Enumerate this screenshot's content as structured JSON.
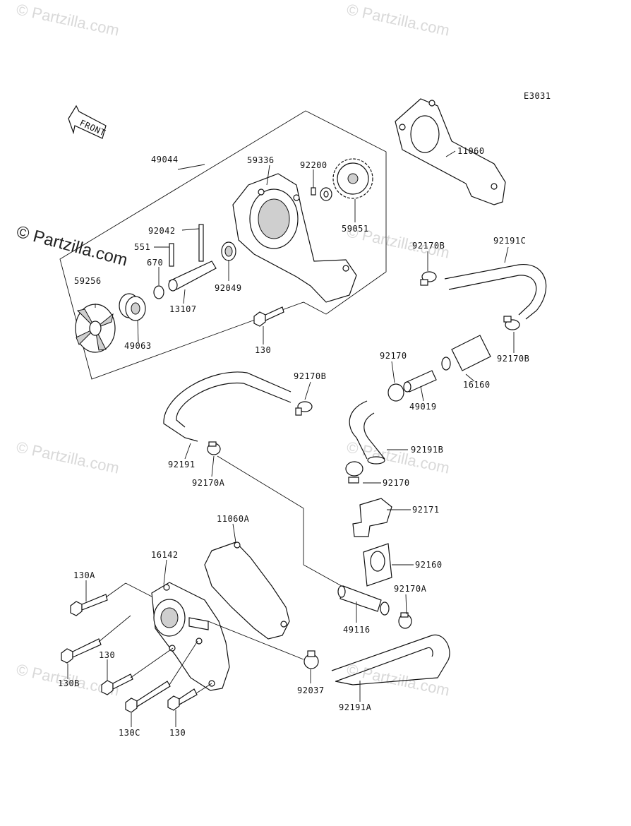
{
  "diagram_code": "E3031",
  "front_label": "FRONT",
  "watermarks": {
    "corner": "© Partzilla.com",
    "tile": "© Partzilla.com"
  },
  "parts": {
    "p49044": "49044",
    "p59336": "59336",
    "p92200": "92200",
    "p59051": "59051",
    "p92042": "92042",
    "p551": "551",
    "p670": "670",
    "p59256": "59256",
    "p92049": "92049",
    "p13107": "13107",
    "p49063": "49063",
    "p130_top": "130",
    "p11060": "11060",
    "p92170B_a": "92170B",
    "p92191C": "92191C",
    "p92170B_b": "92170B",
    "p92170": "92170",
    "p16160": "16160",
    "p49019": "49019",
    "p92170B_c": "92170B",
    "p92191": "92191",
    "p92170A_a": "92170A",
    "p92191B": "92191B",
    "p92170_b": "92170",
    "p92171": "92171",
    "p11060A": "11060A",
    "p16142": "16142",
    "p130A": "130A",
    "p92160": "92160",
    "p92170A_b": "92170A",
    "p49116": "49116",
    "p130_mid": "130",
    "p130B": "130B",
    "p92037": "92037",
    "p92191A": "92191A",
    "p130C": "130C",
    "p130_bot": "130"
  }
}
